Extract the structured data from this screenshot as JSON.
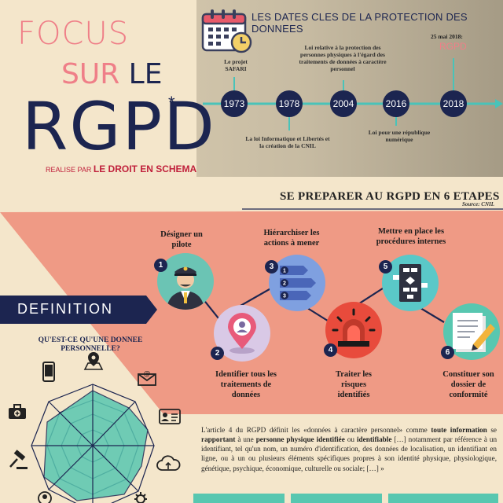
{
  "header": {
    "focus": "FOCUS",
    "sur": "SUR",
    "le": "LE",
    "rgpd": "RGPD",
    "star": "*",
    "realise_prefix": "REALISE PAR",
    "realise_author": "LE DROIT EN SCHEMA"
  },
  "timeline": {
    "title": "LES DATES CLES DE LA PROTECTION DES DONNEES",
    "nodes": [
      {
        "year": "1973",
        "note": "Le projet SAFARI"
      },
      {
        "year": "1978",
        "note": "La loi Informatique et Libertés et la création de la CNIL"
      },
      {
        "year": "2004",
        "note": "Loi relative à la protection des personnes physiques à l'égard des traitements de données à caractère personnel"
      },
      {
        "year": "2016",
        "note": "Loi pour une république numérique"
      },
      {
        "year": "2018",
        "note": "25 mai 2018:",
        "highlight": "RGPD"
      }
    ],
    "colors": {
      "line": "#49c3b9",
      "node": "#1c2550"
    }
  },
  "steps": {
    "title": "SE PREPARER AU RGPD EN 6 ETAPES",
    "source": "Source: CNIL",
    "items": [
      {
        "number": "1",
        "label": "Désigner un pilote",
        "icon": "pilot-icon"
      },
      {
        "number": "2",
        "label": "Identifier tous les traitements de données",
        "icon": "location-person-icon"
      },
      {
        "number": "3",
        "label": "Hiérarchiser les actions à mener",
        "icon": "priority-list-icon",
        "list": [
          "1",
          "2",
          "3"
        ]
      },
      {
        "number": "4",
        "label": "Traiter les risques identifiés",
        "icon": "alarm-light-icon"
      },
      {
        "number": "5",
        "label": "Mettre en place les procédures internes",
        "icon": "flowchart-icon"
      },
      {
        "number": "6",
        "label": "Constituer son dossier de conformité",
        "icon": "document-pen-icon"
      }
    ],
    "colors": {
      "panel": "#ef9a85",
      "accent": "#1c2550"
    }
  },
  "definition": {
    "banner": "DEFINITION",
    "question": "QU'EST-CE QU'UNE DONNEE PERSONNELLE?",
    "radar_icons": [
      "phone-icon",
      "map-pin-icon",
      "email-icon",
      "id-card-icon",
      "cloud-icon",
      "gear-icon",
      "profile-icon",
      "gavel-icon",
      "medical-case-icon"
    ],
    "colors": {
      "radar_fill": "#58c7b0",
      "radar_line": "#1c2550"
    }
  },
  "article": {
    "p1": "L'article 4 du RGPD définit les «données à caractère personnel» comme",
    "b1": "toute information",
    "p2": "se",
    "b2": "rapportant",
    "p3": "à une",
    "b3": "personne physique identifiée",
    "p4": "ou",
    "b4": "identifiable",
    "p5": "[…] notamment par référence à un identifiant, tel qu'un nom, un numéro d'identification, des données de localisation, un identifiant en ligne, ou à un ou plusieurs éléments spécifiques propres à son identité physique, physiologique, génétique, psychique, économique, culturelle ou sociale; […] »"
  }
}
